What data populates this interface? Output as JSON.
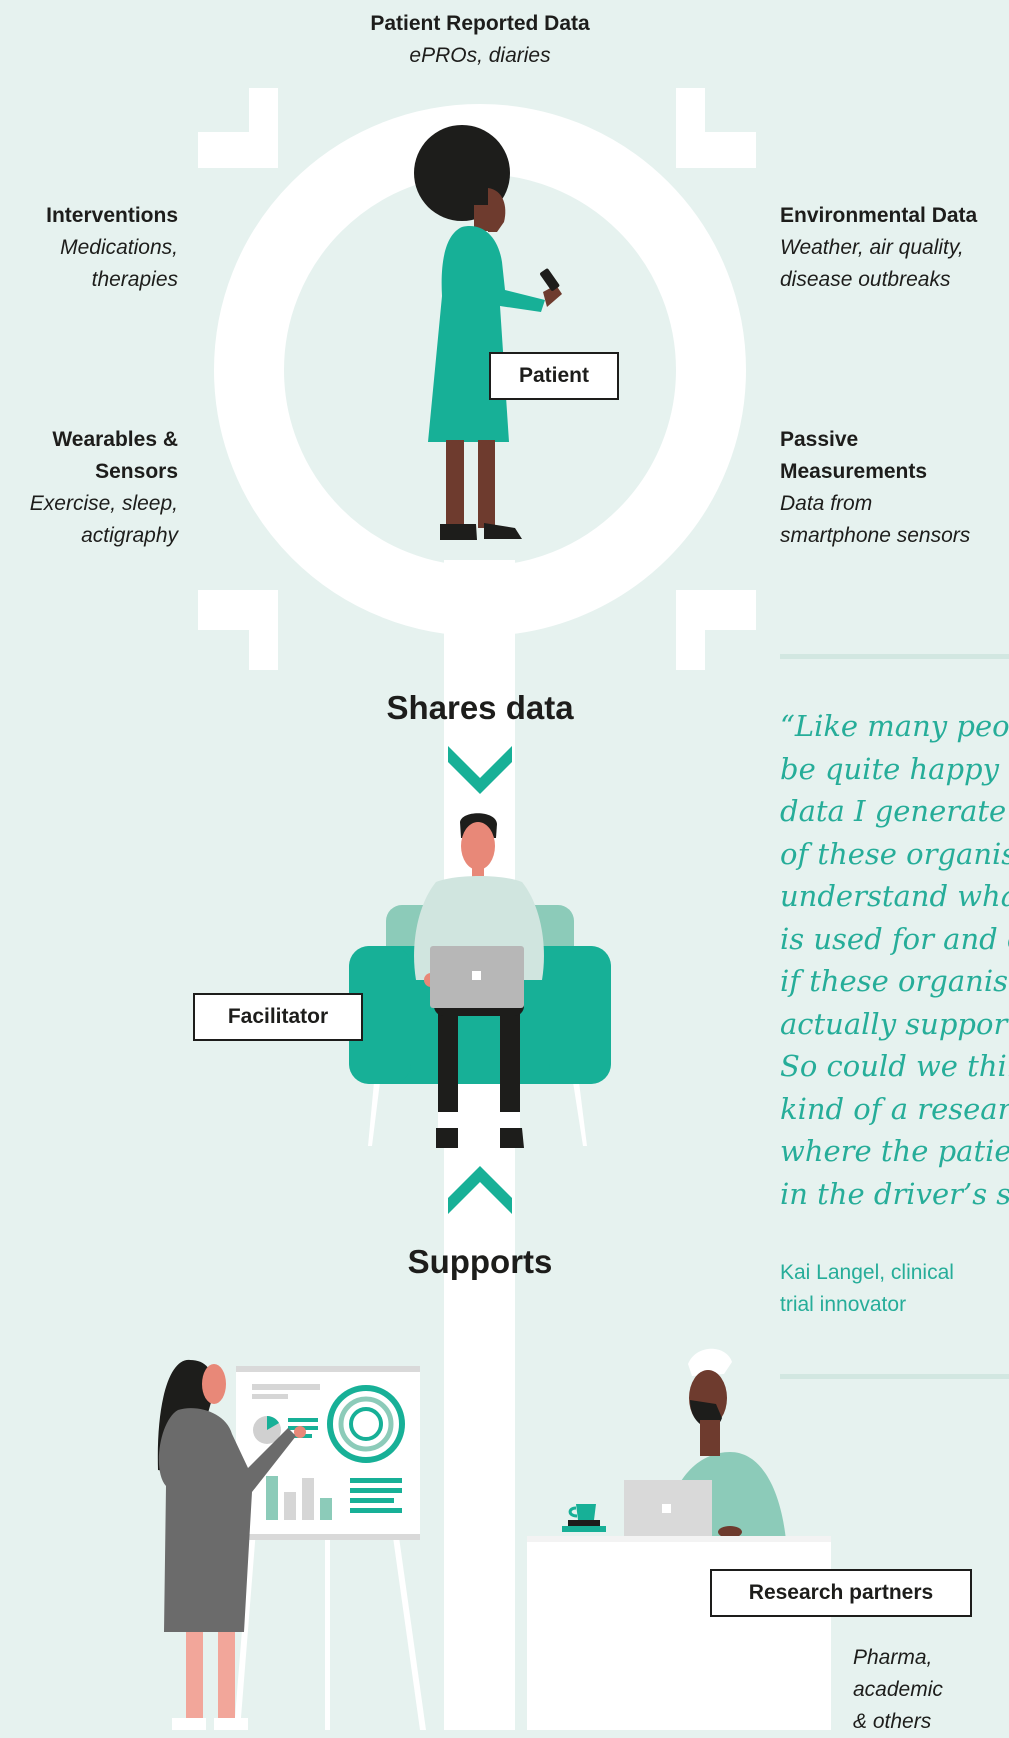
{
  "top_category": {
    "title": "Patient Reported Data",
    "subtitle": "ePROs, diaries"
  },
  "left_categories": [
    {
      "title": "Interventions",
      "subtitle_lines": [
        "Medications,",
        "therapies"
      ]
    },
    {
      "title_lines": [
        "Wearables &",
        "Sensors"
      ],
      "subtitle_lines": [
        "Exercise, sleep,",
        "actigraphy"
      ]
    }
  ],
  "right_categories": [
    {
      "title": "Environmental Data",
      "subtitle_lines": [
        "Weather, air quality,",
        "disease outbreaks"
      ]
    },
    {
      "title_lines": [
        "Passive",
        "Measurements"
      ],
      "subtitle_lines": [
        "Data from",
        "smartphone sensors"
      ]
    }
  ],
  "labels": {
    "patient": "Patient",
    "facilitator": "Facilitator",
    "research_partners": "Research partners"
  },
  "flow": {
    "shares": "Shares data",
    "supports": "Supports"
  },
  "quote": {
    "lines": [
      "“Like many people",
      "be quite happy to s",
      "data I generate wi",
      "of these organisati",
      "understand what t",
      "is used for and esp",
      "if these organisati",
      "actually support m",
      "So could we think o",
      "kind of a research p",
      "where the patient",
      "in the driver’s seat"
    ],
    "attribution_lines": [
      "Kai Langel, clinical",
      "trial innovator"
    ]
  },
  "partners_note": [
    "Pharma,",
    "academic",
    "& others"
  ],
  "colors": {
    "background": "#e6f2ef",
    "accent": "#17b097",
    "accent_light": "#8ccbb9",
    "quote_text": "#26ad99",
    "white": "#ffffff",
    "dark": "#1d1d1b"
  },
  "icons": [
    "chevron-down-icon",
    "chevron-up-icon",
    "laptop-icon",
    "mug-icon",
    "phone-icon"
  ]
}
